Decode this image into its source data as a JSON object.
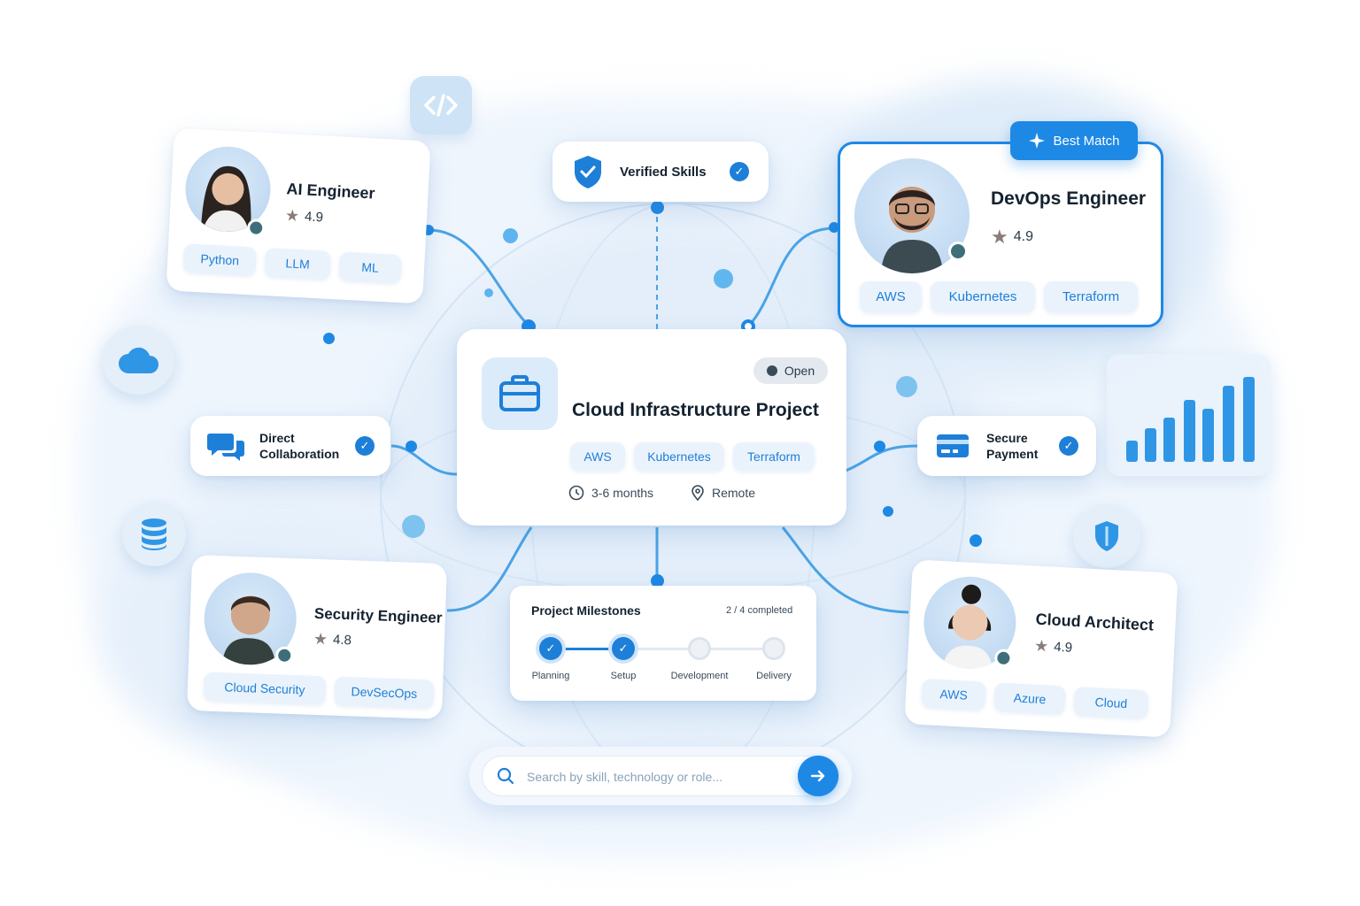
{
  "badge_best_match": "Best Match",
  "verified_skills": "Verified Skills",
  "direct_collaboration": [
    "Direct",
    "Collaboration"
  ],
  "secure_payment": [
    "Secure",
    "Payment"
  ],
  "project": {
    "status": "Open",
    "title": "Cloud Infrastructure Project",
    "tags": [
      "AWS",
      "Kubernetes",
      "Terraform"
    ],
    "duration": "3-6 months",
    "location": "Remote"
  },
  "engineers": {
    "ai": {
      "title": "AI Engineer",
      "rating": "4.9",
      "skills": [
        "Python",
        "LLM",
        "ML"
      ]
    },
    "devops": {
      "title": "DevOps Engineer",
      "rating": "4.9",
      "skills": [
        "AWS",
        "Kubernetes",
        "Terraform"
      ]
    },
    "security": {
      "title": "Security Engineer",
      "rating": "4.8",
      "skills": [
        "Cloud Security",
        "DevSecOps"
      ]
    },
    "cloud": {
      "title": "Cloud Architect",
      "rating": "4.9",
      "skills": [
        "AWS",
        "Azure",
        "Cloud"
      ]
    }
  },
  "milestones": {
    "title": "Project Milestones",
    "progress": "2 / 4 completed",
    "steps": [
      {
        "label": "Planning",
        "done": true
      },
      {
        "label": "Setup",
        "done": true
      },
      {
        "label": "Development",
        "done": false
      },
      {
        "label": "Delivery",
        "done": false
      }
    ]
  },
  "search": {
    "placeholder": "Search by skill, technology or role..."
  },
  "colors": {
    "accent": "#1e7fd8",
    "chip_bg": "#eaf3fc",
    "text": "#14222f"
  },
  "icons": [
    "code-icon",
    "cloud-icon",
    "database-icon",
    "shield-icon",
    "bar-chart-icon",
    "briefcase-icon",
    "chat-icon",
    "card-icon",
    "search-icon",
    "arrow-right-icon",
    "sparkle-icon",
    "clock-icon",
    "location-pin-icon"
  ]
}
